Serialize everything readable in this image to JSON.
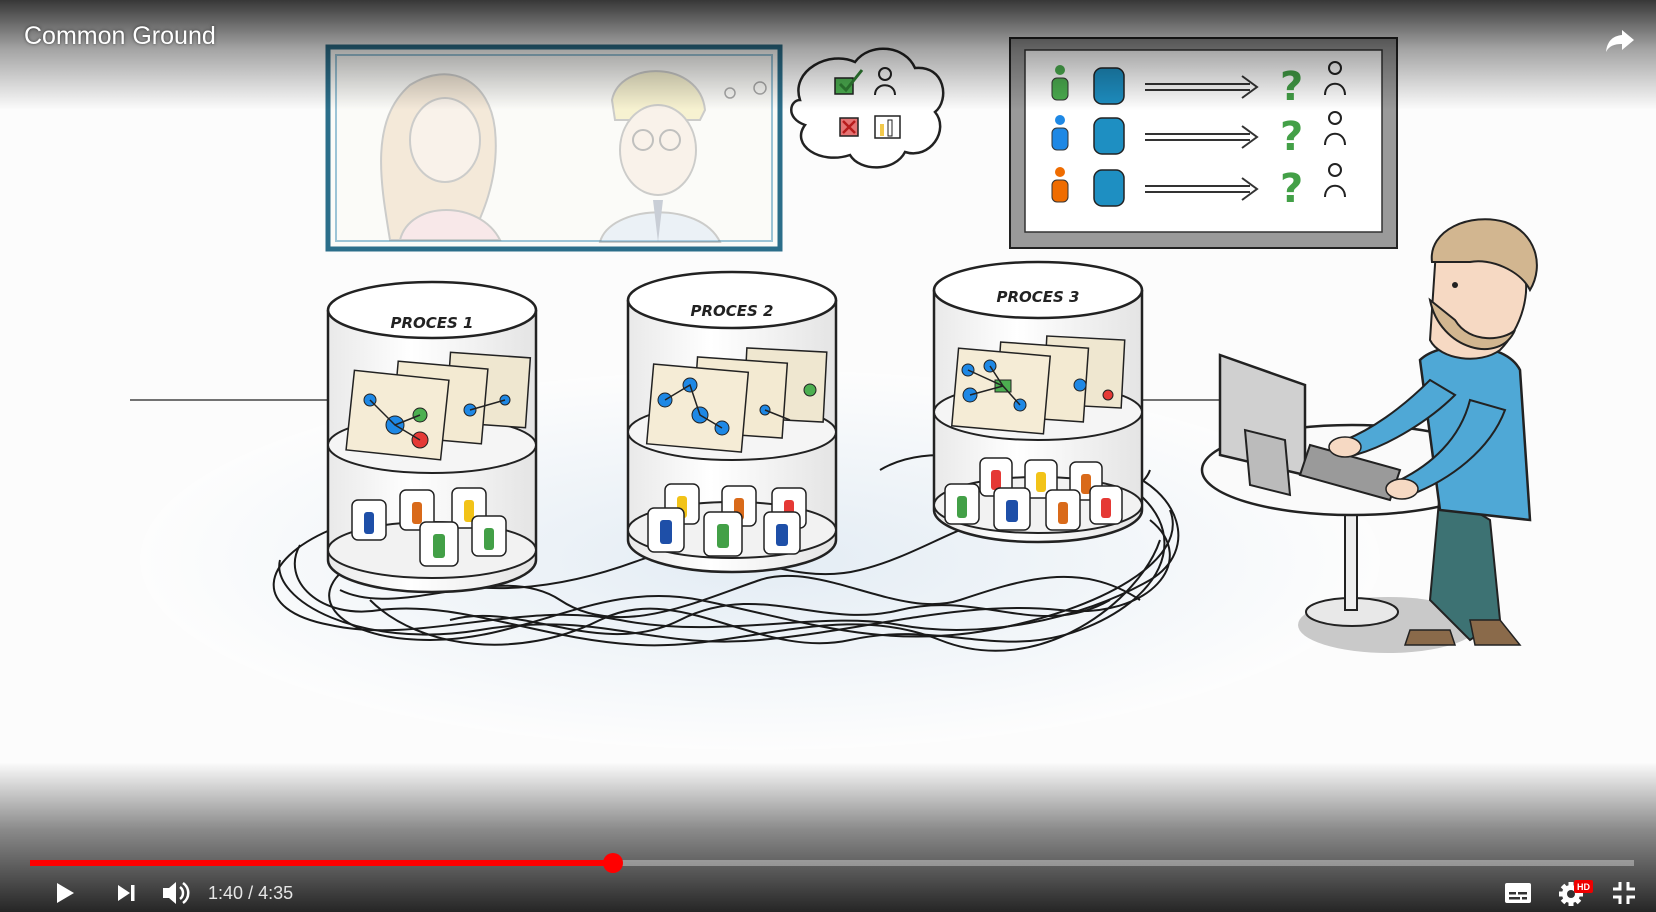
{
  "player": {
    "title": "Common Ground",
    "time_current": "1:40",
    "time_separator": "/",
    "time_total": "4:35",
    "progress_fraction": 0.3636,
    "accent_color": "#ff0000",
    "hd_badge": "HD"
  },
  "scene": {
    "cylinders": [
      {
        "label": "PROCES 1"
      },
      {
        "label": "PROCES 2"
      },
      {
        "label": "PROCES 3"
      }
    ]
  },
  "icons": {
    "share": "share-icon",
    "play": "play-icon",
    "next": "next-icon",
    "volume": "volume-icon",
    "subtitles": "subtitles-icon",
    "settings": "settings-icon",
    "exit_fullscreen": "exit-fullscreen-icon"
  }
}
